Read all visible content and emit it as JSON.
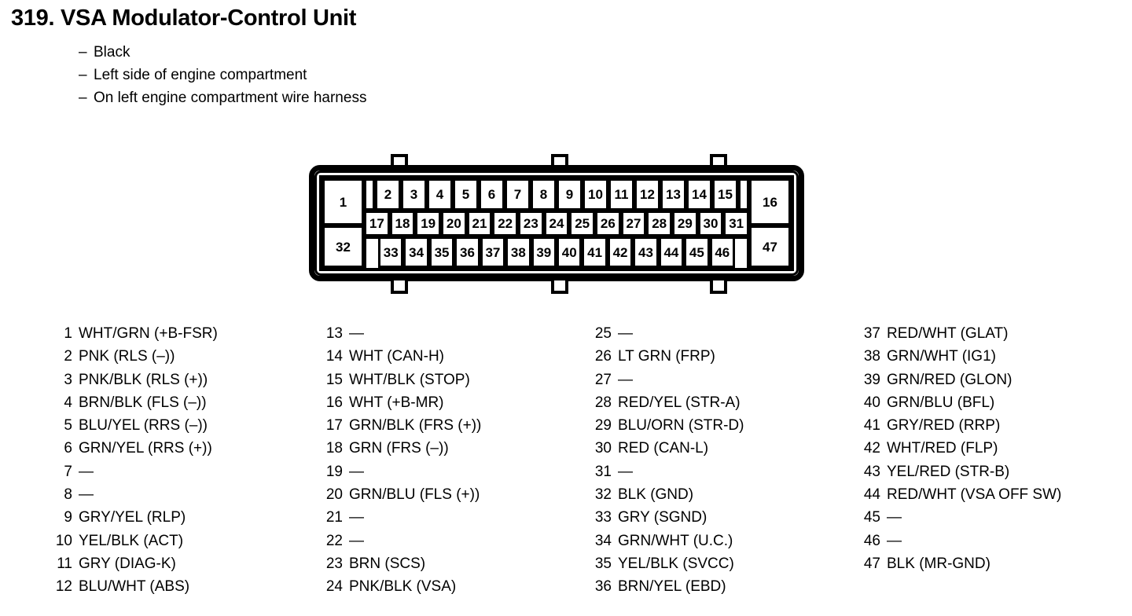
{
  "header": {
    "title": "319. VSA Modulator-Control Unit",
    "dash": "–",
    "bullets": [
      "Black",
      "Left side of engine compartment",
      "On left engine compartment wire harness"
    ]
  },
  "connector": {
    "type": "47-pin rectangular connector",
    "rows": {
      "left_tall_top": "1",
      "left_tall_bottom": "32",
      "right_tall_top": "16",
      "right_tall_bottom": "47",
      "top_row": [
        "2",
        "3",
        "4",
        "5",
        "6",
        "7",
        "8",
        "9",
        "10",
        "11",
        "12",
        "13",
        "14",
        "15"
      ],
      "second_row": [
        "17",
        "18",
        "19",
        "20",
        "21",
        "22",
        "23",
        "24",
        "25",
        "26",
        "27",
        "28",
        "29",
        "30",
        "31"
      ],
      "bottom_row": [
        "33",
        "34",
        "35",
        "36",
        "37",
        "38",
        "39",
        "40",
        "41",
        "42",
        "43",
        "44",
        "45",
        "46"
      ]
    },
    "tabs": {
      "count_top": 3,
      "count_bottom": 3
    }
  },
  "legend": {
    "blank": "—",
    "columns": [
      [
        {
          "pin": "1",
          "desc": "WHT/GRN (+B-FSR)"
        },
        {
          "pin": "2",
          "desc": "PNK (RLS (–))"
        },
        {
          "pin": "3",
          "desc": "PNK/BLK (RLS (+))"
        },
        {
          "pin": "4",
          "desc": "BRN/BLK (FLS (–))"
        },
        {
          "pin": "5",
          "desc": "BLU/YEL (RRS (–))"
        },
        {
          "pin": "6",
          "desc": "GRN/YEL (RRS (+))"
        },
        {
          "pin": "7",
          "desc": "—"
        },
        {
          "pin": "8",
          "desc": "—"
        },
        {
          "pin": "9",
          "desc": "GRY/YEL (RLP)"
        },
        {
          "pin": "10",
          "desc": "YEL/BLK (ACT)"
        },
        {
          "pin": "11",
          "desc": "GRY (DIAG-K)"
        },
        {
          "pin": "12",
          "desc": "BLU/WHT (ABS)"
        }
      ],
      [
        {
          "pin": "13",
          "desc": "—"
        },
        {
          "pin": "14",
          "desc": "WHT (CAN-H)"
        },
        {
          "pin": "15",
          "desc": "WHT/BLK (STOP)"
        },
        {
          "pin": "16",
          "desc": "WHT (+B-MR)"
        },
        {
          "pin": "17",
          "desc": "GRN/BLK (FRS (+))"
        },
        {
          "pin": "18",
          "desc": "GRN (FRS (–))"
        },
        {
          "pin": "19",
          "desc": "—"
        },
        {
          "pin": "20",
          "desc": "GRN/BLU (FLS (+))"
        },
        {
          "pin": "21",
          "desc": "—"
        },
        {
          "pin": "22",
          "desc": "—"
        },
        {
          "pin": "23",
          "desc": "BRN (SCS)"
        },
        {
          "pin": "24",
          "desc": "PNK/BLK (VSA)"
        }
      ],
      [
        {
          "pin": "25",
          "desc": "—"
        },
        {
          "pin": "26",
          "desc": "LT GRN (FRP)"
        },
        {
          "pin": "27",
          "desc": "—"
        },
        {
          "pin": "28",
          "desc": "RED/YEL (STR-A)"
        },
        {
          "pin": "29",
          "desc": "BLU/ORN (STR-D)"
        },
        {
          "pin": "30",
          "desc": "RED (CAN-L)"
        },
        {
          "pin": "31",
          "desc": "—"
        },
        {
          "pin": "32",
          "desc": "BLK (GND)"
        },
        {
          "pin": "33",
          "desc": "GRY (SGND)"
        },
        {
          "pin": "34",
          "desc": "GRN/WHT (U.C.)"
        },
        {
          "pin": "35",
          "desc": "YEL/BLK (SVCC)"
        },
        {
          "pin": "36",
          "desc": "BRN/YEL (EBD)"
        }
      ],
      [
        {
          "pin": "37",
          "desc": "RED/WHT (GLAT)"
        },
        {
          "pin": "38",
          "desc": "GRN/WHT (IG1)"
        },
        {
          "pin": "39",
          "desc": "GRN/RED (GLON)"
        },
        {
          "pin": "40",
          "desc": "GRN/BLU (BFL)"
        },
        {
          "pin": "41",
          "desc": "GRY/RED (RRP)"
        },
        {
          "pin": "42",
          "desc": "WHT/RED (FLP)"
        },
        {
          "pin": "43",
          "desc": "YEL/RED (STR-B)"
        },
        {
          "pin": "44",
          "desc": "RED/WHT (VSA OFF SW)"
        },
        {
          "pin": "45",
          "desc": "—"
        },
        {
          "pin": "46",
          "desc": "—"
        },
        {
          "pin": "47",
          "desc": "BLK (MR-GND)"
        }
      ]
    ]
  }
}
